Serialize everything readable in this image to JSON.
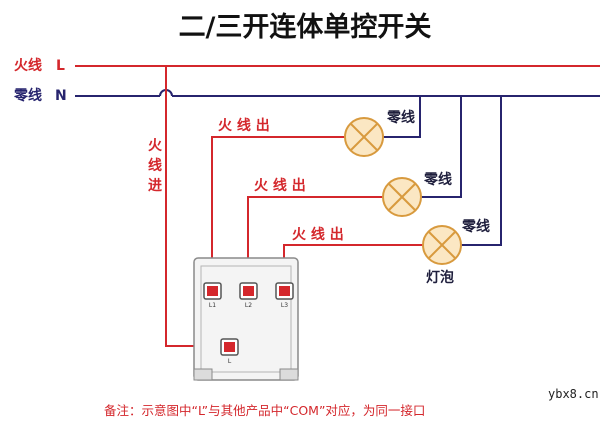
{
  "title": "二/三开连体单控开关",
  "lines": {
    "live": {
      "name": "火线",
      "letter": "L",
      "color": "#d4272c"
    },
    "neutral": {
      "name": "零线",
      "letter": "N",
      "color": "#27246e"
    }
  },
  "labels": {
    "live_in": [
      "火",
      "线",
      "进"
    ],
    "live_out_1": "火 线 出",
    "live_out_2": "火 线 出",
    "live_out_3": "火 线 出",
    "neutral_1": "零线",
    "neutral_2": "零线",
    "neutral_3": "零线",
    "bulb": "灯泡"
  },
  "terminals": {
    "out": [
      "L1",
      "L2",
      "L3"
    ],
    "common": "L"
  },
  "note": "备注：示意图中“L”与其他产品中“COM”对应，为同一接口",
  "watermark": "ybx8.cn",
  "icons": {
    "bulb": "light-bulb-icon",
    "terminal": "screw-terminal-icon"
  },
  "colors": {
    "live": "#d4272c",
    "neutral": "#27246e",
    "bulb_fill": "#fbe7c3",
    "bulb_stroke": "#d89a3e",
    "switch_plate": "#f4f4f4"
  }
}
